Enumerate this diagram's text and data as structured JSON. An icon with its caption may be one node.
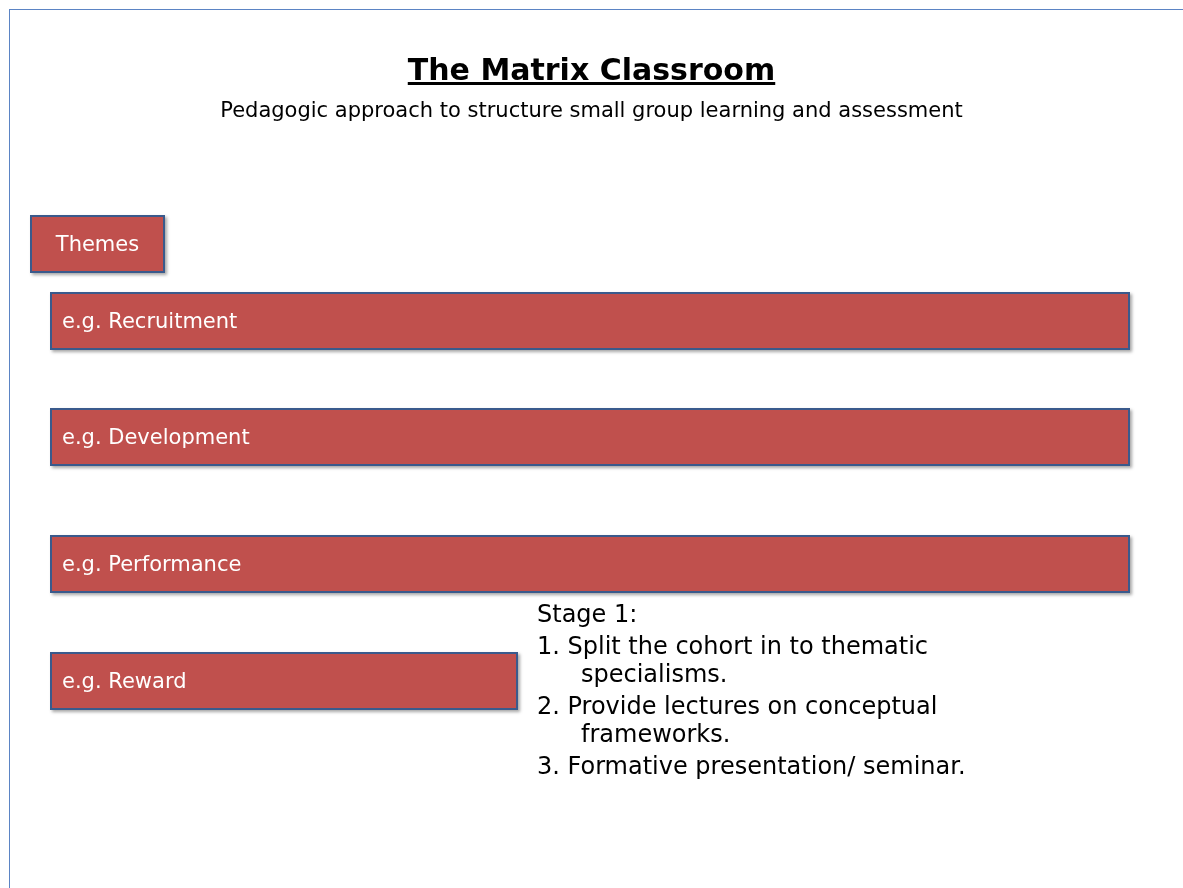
{
  "diagram": {
    "title": "The Matrix Classroom",
    "nodes": [
      {
        "text": [
          "Themes"
        ]
      },
      {
        "text": [
          "e.g. Recruitment"
        ]
      },
      {
        "text": [
          "e.g. Development"
        ]
      },
      {
        "text": [
          "e.g. Performance"
        ]
      },
      {
        "text": [
          "e.g. Reward"
        ]
      },
      {
        "text": [
          "Stage 1:",
          "1. Split the cohort in to thematic specialisms.",
          "2. Provide lectures on conceptual frameworks.",
          "3. Formative presentation/ seminar."
        ]
      }
    ],
    "labels": [
      "Pedagogic approach to structure small group learning and assessment"
    ]
  }
}
